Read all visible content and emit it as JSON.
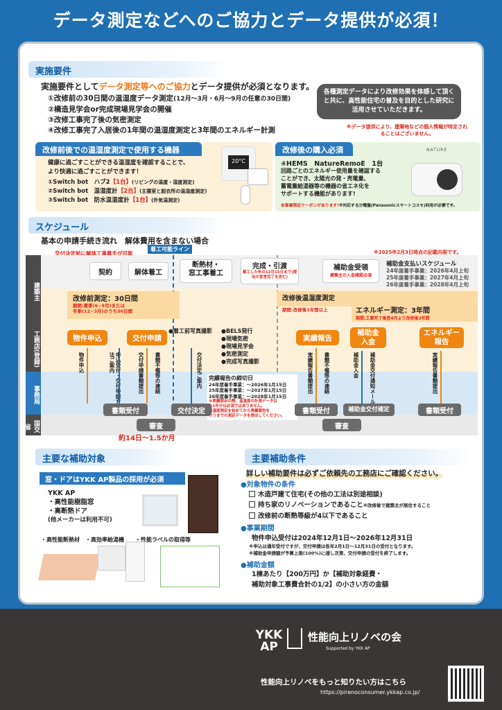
{
  "header": {
    "title": "データ測定などへのご協力とデータ提供が必須！"
  },
  "requirements": {
    "heading": "実施要件",
    "lead_prefix": "実施要件として",
    "lead_highlight": "データ測定等へのご協力",
    "lead_suffix": "とデータ提供が必須となります。",
    "items": [
      "①改修前の30日間の温湿度データ測定",
      "②構造見学会or完成現場見学会の開催",
      "③改修工事完了後の気密測定",
      "④改修工事完了入居後の1年間の温湿度測定と3年間のエネルギー計測"
    ],
    "item1_note": "(12月〜3月・6月〜9月の任意の30日間)",
    "bubble": "各種測定データにより改修効果を体感して頂くと共に、高性能住宅の普及を目的とした研究に活用させていただきます。",
    "privacy_note": "※データ提供により、建築地などの個人情報が特定されることはございません。",
    "before": {
      "heading": "改修前後での温湿度測定で使用する機器",
      "desc1": "健康に過ごすことができる温湿度を確認することで、",
      "desc2": "より快適に過ごすことができます！",
      "devices": [
        {
          "name": "①Switch bot　ハブ2",
          "qty": "【1台】",
          "note": "(リビングの温度・湿度測定)"
        },
        {
          "name": "②Switch bot　温湿度計",
          "qty": "【2台】",
          "note": "(主寝室と脱衣所の温湿度測定)"
        },
        {
          "name": "③Switch bot　防水温湿度計",
          "qty": "【1台】",
          "note": "(外気温測定)"
        }
      ],
      "display_temp": "20°C"
    },
    "after": {
      "heading": "改修後の購入必須",
      "item": "④HEMS　NatureRemoE　1台",
      "desc": [
        "回路ごとのエネルギー使用量を確認する",
        "ことができ、太陽光の発・売電量、",
        "蓄電量給湯器等の機器の省エネ化を",
        "サポートする機能があります!"
      ],
      "note_red": "本事業限定クーポンがあります!",
      "note_black": "※対応する分電盤(Panasonicスマートコスモ)利用が必要です。",
      "brand": "NATURE"
    }
  },
  "schedule": {
    "heading": "スケジュール",
    "lead": "基本の申請手続き流れ　解体費用を含まない場合",
    "deadline_note": "※2025年2月3日時点の記載内容です。",
    "grant_note": "交付決定前に解体工事着手が可能",
    "start_line": "着工可能ライン",
    "lanes": {
      "owner": "建築主",
      "builder": "工務店(登録)",
      "office": "事務局",
      "gov": "国交省"
    },
    "phases": [
      "契約",
      "解体着工",
      "断熱材・\n窓工事着工",
      "完成・引渡",
      "補助金受領"
    ],
    "kanryo_sub": "着工した年の12月15日まで(提出の宣言完了を含む)",
    "juryo_sub": "建築主の入金確認必須",
    "payment": {
      "title": "補助金支払いスケジュール",
      "rows": [
        "24年度着手事業：2026年4月上旬",
        "25年度着手事業：2027年4月上旬",
        "26年度着手事業：2028年4月上旬"
      ]
    },
    "pre_measure": {
      "title": "改修前測定：30日間",
      "sub1": "期間:夏季(6~9月)または",
      "sub2": "冬季(12~3月)のうち30日間"
    },
    "post_measure": {
      "title": "改修後温湿度測定",
      "sub": "期間:改修後1年間以上"
    },
    "energy": {
      "title": "エネルギー測定：3年間",
      "sub": "期間:工事完了後翌4月より改修後3年間"
    },
    "builder_steps": [
      "物件申込",
      "交付申請",
      "実績報告",
      "補助金\n入金",
      "エネルギー\n報告"
    ],
    "photo": "●着工前写真撮影",
    "checks": [
      "●BELS発行",
      "●現場気密",
      "●現場見学会",
      "●気密測定",
      "●完成写真撮影"
    ],
    "vtexts": {
      "v1": "物件申込",
      "v2": "申込受付・交付申請方法ご案内",
      "v3": "書類不備等の連絡",
      "v4": "交付決定ご案内",
      "v5": "交付申請書類提出",
      "v6": "実績報告書類提出",
      "v7": "書類不備等の連絡",
      "v8": "補助金交付通知メール",
      "v9": "補助金入金",
      "v10": "実績報告書類提出"
    },
    "report_deadline": {
      "title": "完績報告の締切日",
      "rows": [
        "24年度着手事業：〜2026年1月15日",
        "25年度着手事業：〜2027年1月15日",
        "26年度着手事業：〜2028年1月15日"
      ],
      "notes": [
        "※実績提出の際、温湿度の計測データは",
        "丸1年分は必須ではありません。",
        "温湿度測定を始めてから実績報告を",
        "行うまでの測定データを提出してください。"
      ]
    },
    "office_buttons": [
      "書類受付",
      "交付決定",
      "書類受付",
      "補助金交付確定",
      "書類受付"
    ],
    "review": "審査",
    "duration": "約14日〜1.5か月"
  },
  "targets": {
    "heading": "主要な補助対象",
    "banner": "窓・ドアはYKK AP製品の採用が必須",
    "brand": "YKK AP",
    "items": [
      "・高性能樹脂窓",
      "・高断熱ドア"
    ],
    "note": "(他メーカーは利用不可)",
    "bottom": [
      "・高性能断熱材",
      "・高効率給湯機",
      "・性能ラベルの取得等"
    ]
  },
  "conditions": {
    "heading": "主要補助条件",
    "lead": "詳しい補助要件は必ずご依頼先の工務店にご確認ください。",
    "property_title": "●対象物件の条件",
    "property": [
      "木造戸建て住宅(その他の工法は別途相談)",
      "持ち家のリノベーションであること",
      "改修前の断熱等級が4以下であること"
    ],
    "property_note": "※改修後で建築主が居住すること",
    "period_title": "●事業期間",
    "period": "物件申込受付は2024年12月1日〜2026年12月31日",
    "period_notes": [
      "※申込は通年受付ですが、交付申請は各年2月1日〜12月31日の受付となります。",
      "※補助金申請額が予算上限(100%)に達し次第、交付申請の受付を終了します。"
    ],
    "amount_title": "●補助金額",
    "amount1": "1棟あたり【200万円】か【補助対象経費・",
    "amount2": "補助対象工事費合計の1/2】の小さい方の金額"
  },
  "footer": {
    "logo": "YKK AP",
    "org": "性能向上リノベの会",
    "supported": "Supported by YKK AP",
    "cta": "性能向上リノベをもっと知りたい方はこちら",
    "url": "https://pirenoconsumer.ykkap.co.jp/"
  },
  "colors": {
    "blue": "#1f6fb3",
    "orange": "#f0850f",
    "red": "#e1251b",
    "dark": "#3a3635"
  }
}
